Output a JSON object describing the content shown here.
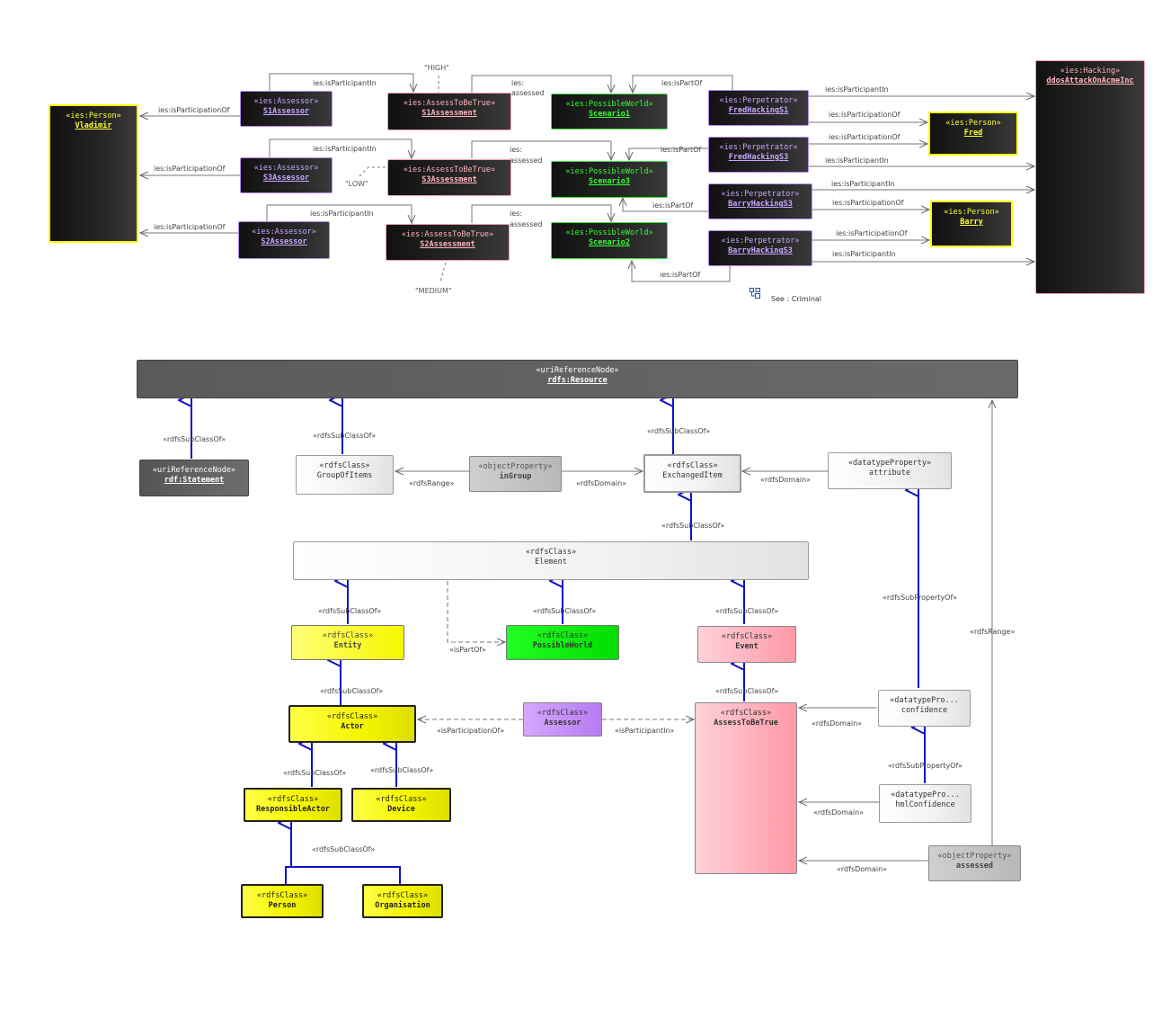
{
  "nodes": {
    "vladimir": {
      "st": "«ies:Person»",
      "nm": "Vladimir"
    },
    "s1assessor": {
      "st": "«ies:Assessor»",
      "nm": "S1Assessor"
    },
    "s3assessor": {
      "st": "«ies:Assessor»",
      "nm": "S3Assessor"
    },
    "s2assessor": {
      "st": "«ies:Assessor»",
      "nm": "S2Assessor"
    },
    "s1assessment": {
      "st": "«ies:AssessToBeTrue»",
      "nm": "S1Assessment"
    },
    "s3assessment": {
      "st": "«ies:AssessToBeTrue»",
      "nm": "S3Assessment"
    },
    "s2assessment": {
      "st": "«ies:AssessToBeTrue»",
      "nm": "S2Assessment"
    },
    "scenario1": {
      "st": "«ies:PossibleWorld»",
      "nm": "Scenario1"
    },
    "scenario3": {
      "st": "«ies:PossibleWorld»",
      "nm": "Scenario3"
    },
    "scenario2": {
      "st": "«ies:PossibleWorld»",
      "nm": "Scenario2"
    },
    "fredhackings1": {
      "st": "«ies:Perpetrator»",
      "nm": "FredHackingS1"
    },
    "fredhackings3": {
      "st": "«ies:Perpetrator»",
      "nm": "FredHackingS3"
    },
    "barryhackings3a": {
      "st": "«ies:Perpetrator»",
      "nm": "BarryHackingS3"
    },
    "barryhackings3b": {
      "st": "«ies:Perpetrator»",
      "nm": "BarryHackingS3"
    },
    "fred": {
      "st": "«ies:Person»",
      "nm": "Fred"
    },
    "barry": {
      "st": "«ies:Person»",
      "nm": "Barry"
    },
    "ddos": {
      "st": "«ies:Hacking»",
      "nm": "ddosAttackOnAcmeInc"
    },
    "resource": {
      "st": "«uriReferenceNode»",
      "nm": "rdfs:Resource"
    },
    "statement": {
      "st": "«uriReferenceNode»",
      "nm": "rdf:Statement"
    },
    "groupofitems": {
      "st": "«rdfsClass»",
      "nm": "GroupOfItems"
    },
    "ingroup": {
      "st": "«objectProperty»",
      "nm": "inGroup"
    },
    "exchangeditem": {
      "st": "«rdfsClass»",
      "nm": "ExchangedItem"
    },
    "attribute": {
      "st": "«datatypeProperty»",
      "nm": "attribute"
    },
    "element": {
      "st": "«rdfsClass»",
      "nm": "Element"
    },
    "entity": {
      "st": "«rdfsClass»",
      "nm": "Entity"
    },
    "possibleworld": {
      "st": "«rdfsClass»",
      "nm": "PossibleWorld"
    },
    "event": {
      "st": "«rdfsClass»",
      "nm": "Event"
    },
    "actor": {
      "st": "«rdfsClass»",
      "nm": "Actor"
    },
    "assessor": {
      "st": "«rdfsClass»",
      "nm": "Assessor"
    },
    "assesstobetrue": {
      "st": "«rdfsClass»",
      "nm": "AssessToBeTrue"
    },
    "confidence": {
      "st": "«datatypePro...",
      "nm": "confidence"
    },
    "hmlconfidence": {
      "st": "«datatypePro...",
      "nm": "hmlConfidence"
    },
    "assessed": {
      "st": "«objectProperty»",
      "nm": "assessed"
    },
    "responsibleactor": {
      "st": "«rdfsClass»",
      "nm": "ResponsibleActor"
    },
    "device": {
      "st": "«rdfsClass»",
      "nm": "Device"
    },
    "person": {
      "st": "«rdfsClass»",
      "nm": "Person"
    },
    "organisation": {
      "st": "«rdfsClass»",
      "nm": "Organisation"
    }
  },
  "labels": {
    "isParticipationOf": "ies:isParticipationOf",
    "isParticipantIn": "ies:isParticipantIn",
    "isPartOf": "ies:isPartOf",
    "assessed_a": "ies:",
    "assessed_b": "assessed",
    "high": "\"HIGH\"",
    "low": "\"LOW\"",
    "medium": "\"MEDIUM\"",
    "see": "See : Criminal",
    "rdfsSubClassOf": "«rdfsSubClassOf»",
    "rdfsRange": "«rdfsRange»",
    "rdfsDomain": "«rdfsDomain»",
    "rdfsSubPropertyOf": "«rdfsSubPropertyOf»",
    "isPartOf2": "«isPartOf»",
    "isParticipationOf2": "«isParticipationOf»",
    "isParticipantIn2": "«isParticipantIn»"
  },
  "colors": {
    "subclass_arrow": "#1010c8",
    "connector": "#777777",
    "dark_node": "#1a1a1a"
  }
}
